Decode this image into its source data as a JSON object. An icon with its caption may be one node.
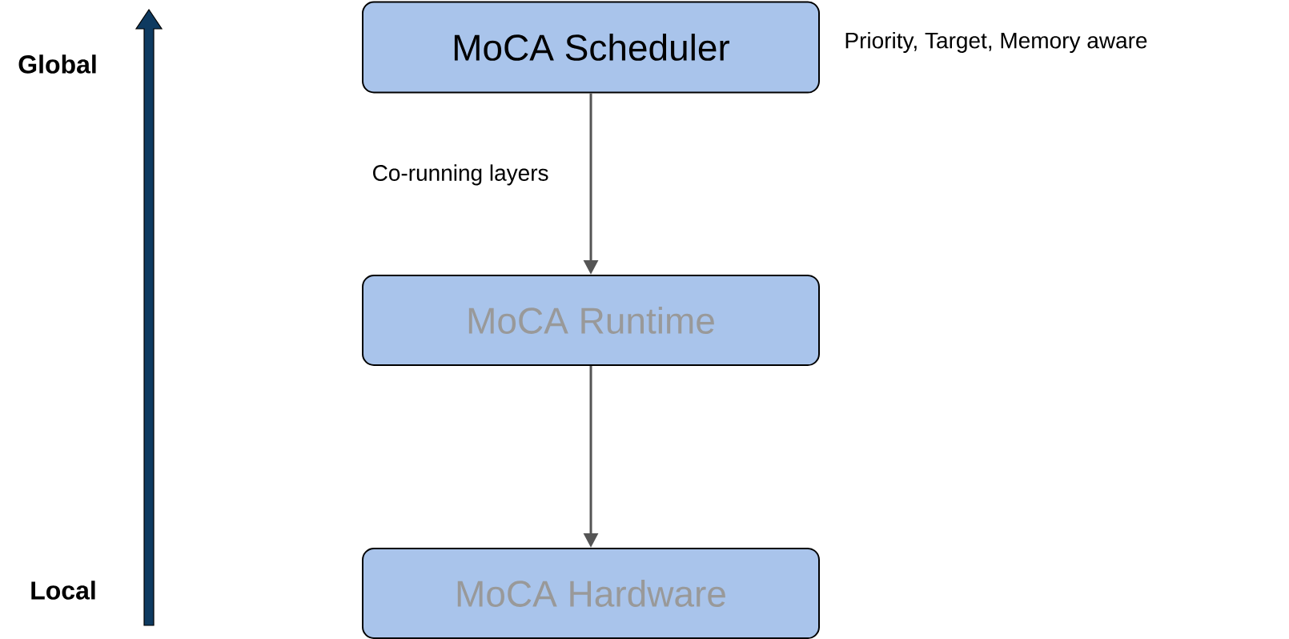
{
  "diagram": {
    "nodes": [
      {
        "text": [
          "MoCA Scheduler"
        ],
        "beside": [
          "Priority, Target, Memory aware"
        ]
      },
      {
        "text": [
          "MoCA Runtime"
        ]
      },
      {
        "text": [
          "MoCA Hardware"
        ]
      }
    ],
    "edges": [
      {
        "from": 0,
        "to": 1,
        "arrow": "to",
        "label": "Co-running layers"
      },
      {
        "from": 1,
        "to": 2,
        "arrow": "to"
      }
    ],
    "labels": [
      "Global",
      "Local"
    ]
  }
}
